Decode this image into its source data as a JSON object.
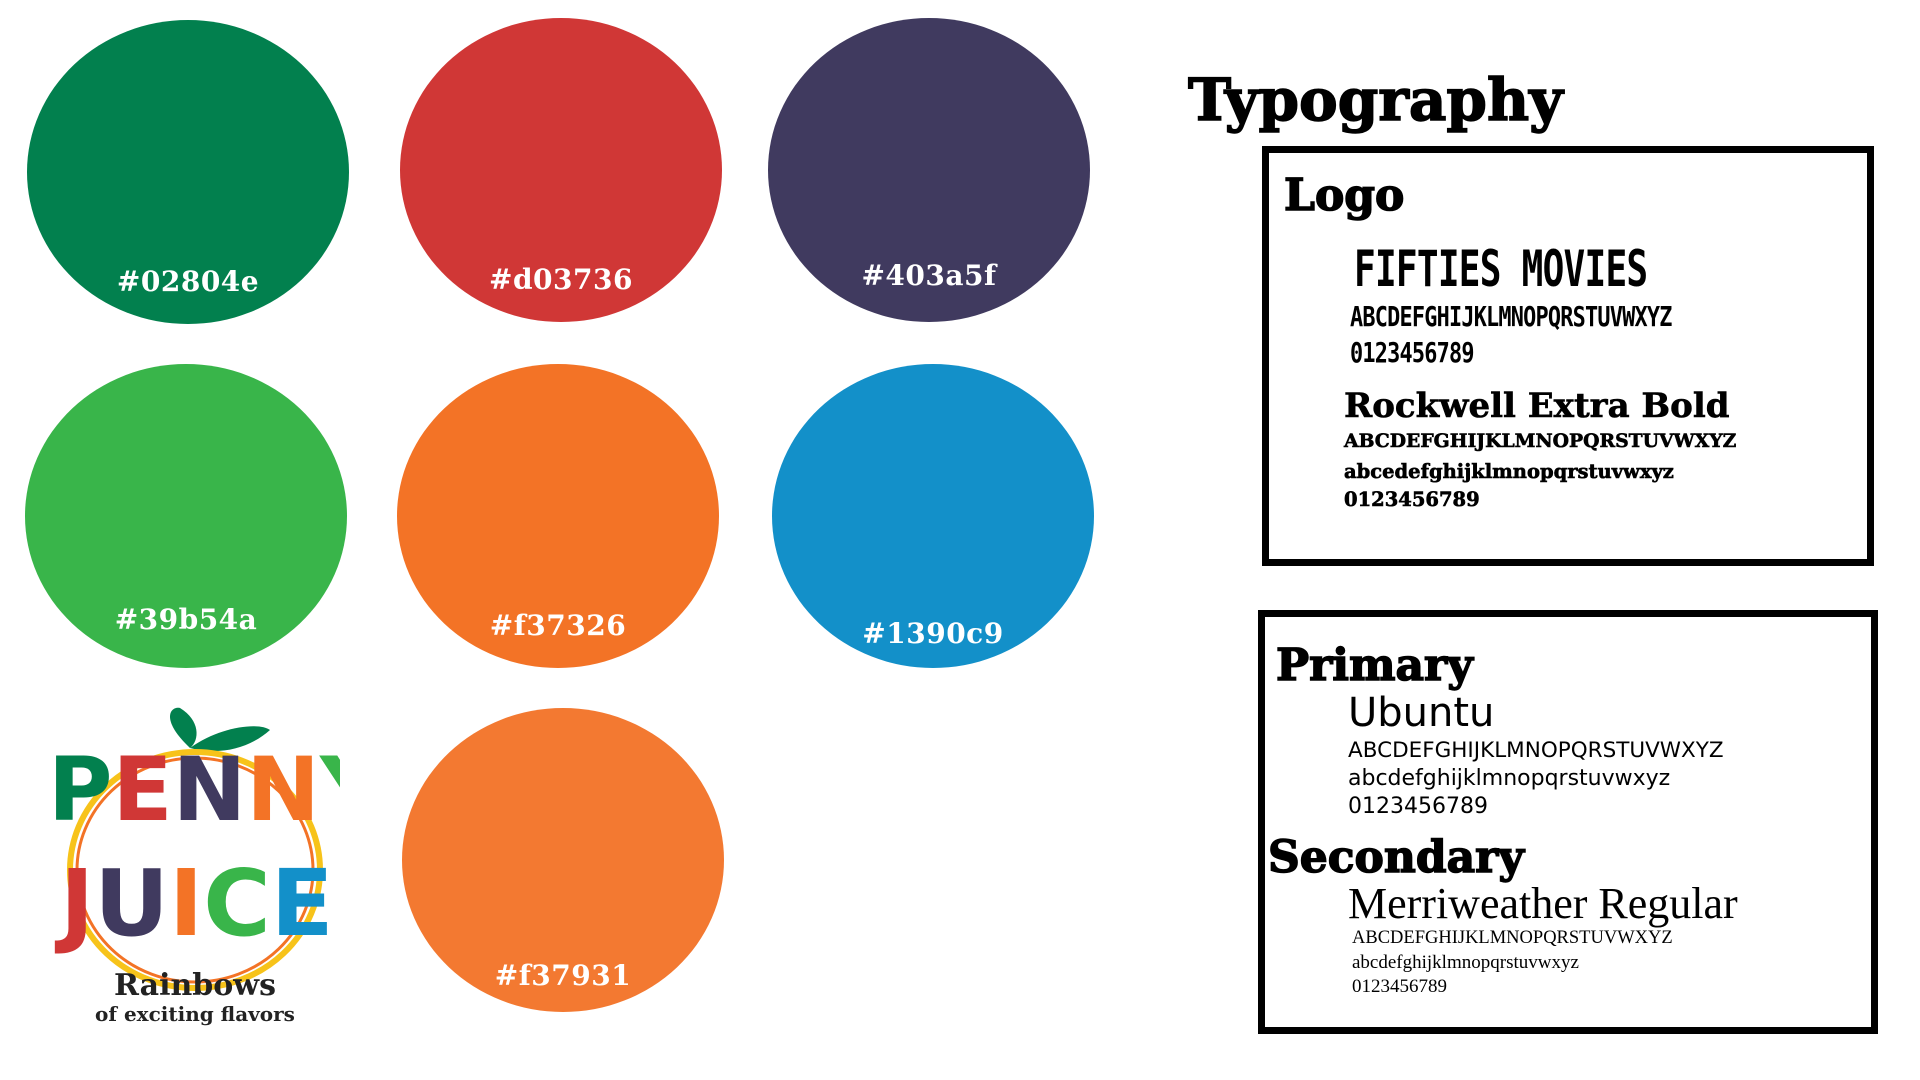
{
  "swatches": [
    {
      "hex": "#02804e",
      "color": "#02804e"
    },
    {
      "hex": "#d03736",
      "color": "#d03736"
    },
    {
      "hex": "#403a5f",
      "color": "#403a5f"
    },
    {
      "hex": "#39b54a",
      "color": "#39b54a"
    },
    {
      "hex": "#f37326",
      "color": "#f37326"
    },
    {
      "hex": "#1390c9",
      "color": "#1390c9"
    },
    {
      "hex": "#f37931",
      "color": "#f37931"
    }
  ],
  "typography": {
    "title": "Typography",
    "logo_box": {
      "heading": "Logo",
      "font1": {
        "name": "FIFTIES MOVIES",
        "upper": "ABCDEFGHIJKLMNOPQRSTUVWXYZ",
        "digits": "0123456789"
      },
      "font2": {
        "name": "Rockwell Extra Bold",
        "upper": "ABCDEFGHIJKLMNOPQRSTUVWXYZ",
        "lower": "abcedefghijklmnopqrstuvwxyz",
        "digits": "0123456789"
      }
    },
    "primary": {
      "heading": "Primary",
      "name": "Ubuntu",
      "upper": "ABCDEFGHIJKLMNOPQRSTUVWXYZ",
      "lower": "abcdefghijklmnopqrstuvwxyz",
      "digits": "0123456789"
    },
    "secondary": {
      "heading": "Secondary",
      "name": "Merriweather Regular",
      "upper": "ABCDEFGHIJKLMNOPQRSTUVWXYZ",
      "lower": "abcdefghijklmnopqrstuvwxyz",
      "digits": "0123456789"
    }
  },
  "logo": {
    "line1": "PENNY",
    "line2": "JUICE",
    "tagline1": "Rainbows",
    "tagline2": "of exciting flavors",
    "letter_colors": [
      "#02804e",
      "#d03736",
      "#403a5f",
      "#f37326",
      "#39b54a",
      "#1390c9"
    ]
  }
}
